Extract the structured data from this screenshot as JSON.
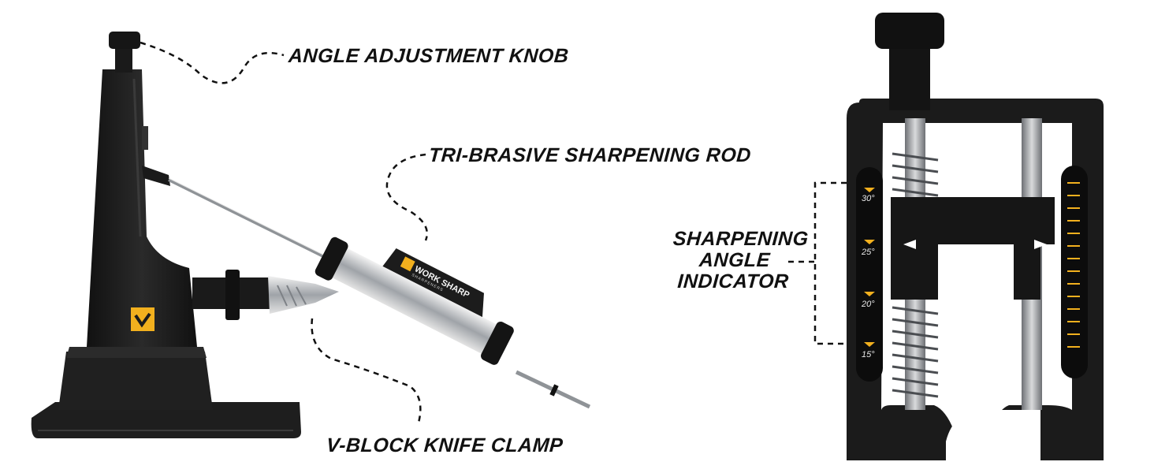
{
  "callouts": {
    "knob": "ANGLE ADJUSTMENT KNOB",
    "rod": "TRI-BRASIVE SHARPENING ROD",
    "clamp": "V-BLOCK KNIFE CLAMP",
    "angle_line1": "SHARPENING",
    "angle_line2": "ANGLE",
    "angle_line3": "INDICATOR"
  },
  "brand": {
    "name": "WORK SHARP",
    "sub": "SHARPENERS"
  },
  "scale": {
    "marks": [
      "30°",
      "25°",
      "20°",
      "15°"
    ]
  },
  "colors": {
    "body": "#1b1b1b",
    "accent": "#f2b01e",
    "steel": "#b9bcc0"
  }
}
